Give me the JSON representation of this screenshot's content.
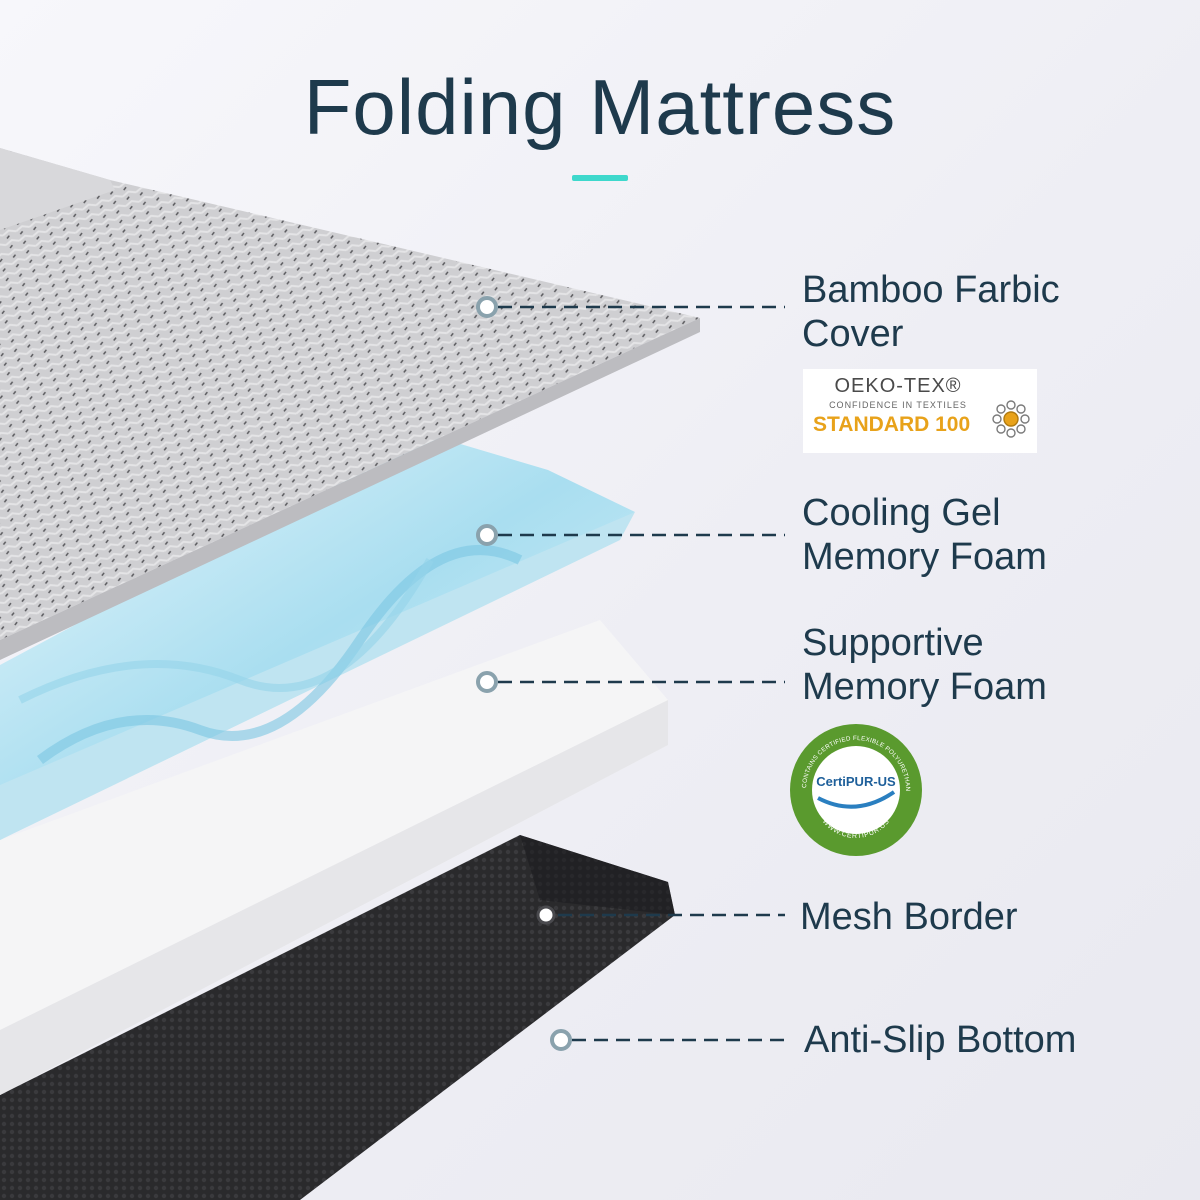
{
  "title": "Folding Mattress",
  "layers": [
    {
      "line1": "Bamboo Farbic",
      "line2": "Cover"
    },
    {
      "line1": "Cooling Gel",
      "line2": "Memory Foam"
    },
    {
      "line1": "Supportive",
      "line2": "Memory Foam"
    },
    {
      "line1": "Mesh Border",
      "line2": ""
    },
    {
      "line1": "Anti-Slip Bottom",
      "line2": ""
    }
  ],
  "oeko_badge": {
    "brand": "OEKO-TEX®",
    "tagline": "CONFIDENCE IN TEXTILES",
    "standard": "STANDARD 100"
  },
  "certipur_badge": {
    "brand": "CertiPUR-US",
    "ring_text": "CONTAINS CERTIFIED FLEXIBLE POLYURETHANE FOAM",
    "url": "WWW.CERTIPUR.US"
  },
  "colors": {
    "title": "#1e3a4c",
    "accent": "#3ed8cc",
    "gel": "#8fd3ea",
    "mesh": "#2b2b2d",
    "oeko_orange": "#e8a21a",
    "certipur_green": "#5a9a2e"
  }
}
